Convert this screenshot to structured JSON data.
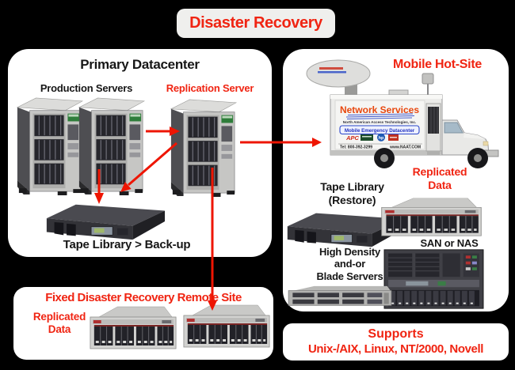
{
  "banner": {
    "title": "Disaster Recovery"
  },
  "colors": {
    "accent_red": "#f02412",
    "arrow_red": "#ee1502",
    "panel_bg": "#ffffff",
    "page_bg": "#000000",
    "black_text": "#161616"
  },
  "primary_datacenter": {
    "heading": "Primary Datacenter",
    "production_label": "Production Servers",
    "replication_label": "Replication Server",
    "tape_label": "Tape Library > Back-up"
  },
  "fixed_site": {
    "heading": "Fixed Disaster Recovery Remote Site",
    "replicated_line1": "Replicated",
    "replicated_line2": "Data"
  },
  "mobile_site": {
    "heading": "Mobile Hot-Site",
    "truck": {
      "brand": "Network Services",
      "company": "North American Access Technologies, Inc.",
      "banner": "Mobile Emergency Datacenter",
      "logo_apc": "APC",
      "logo_hp": "hp",
      "phone": "Tel: 800-392-3299",
      "website": "www.NAAT.COM"
    },
    "tape_line1": "Tape Library",
    "tape_line2": "(Restore)",
    "replicated_line1": "Replicated",
    "replicated_line2": "Data",
    "san_label": "SAN or NAS",
    "hd_line1": "High Density",
    "hd_line2": "and-or",
    "hd_line3": "Blade Servers"
  },
  "supports": {
    "line1": "Supports",
    "line2": "Unix-/AIX, Linux, NT/2000, Novell"
  }
}
